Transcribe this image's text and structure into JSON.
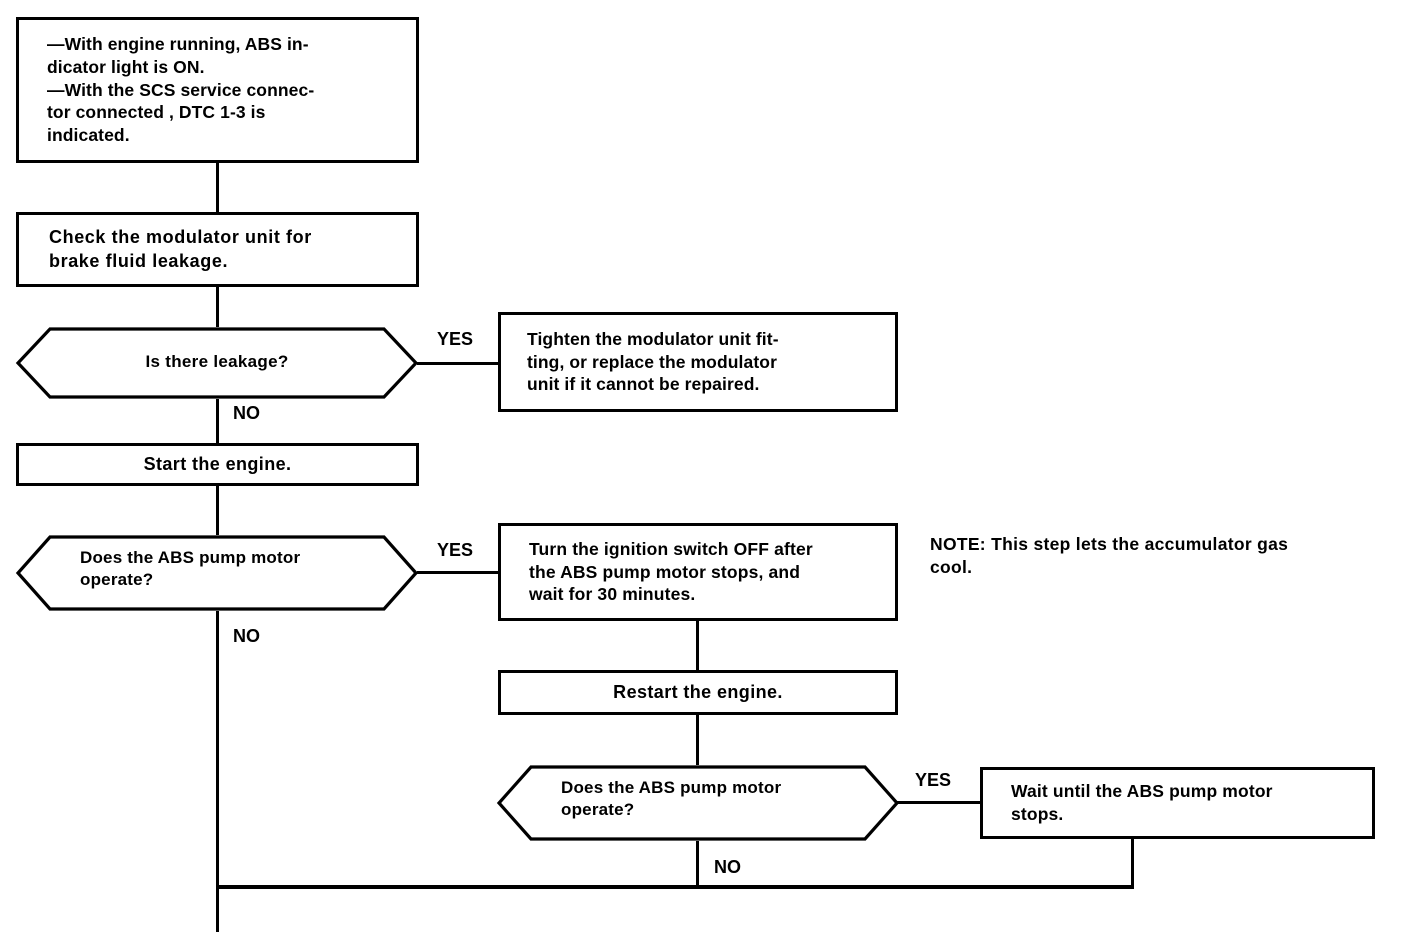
{
  "diagram": {
    "title": "ABS Troubleshooting Flowchart - DTC 1-3",
    "line_color": "#000000",
    "background_color": "#ffffff"
  },
  "nodes": {
    "symptom": {
      "type": "process",
      "text": "—With engine running, ABS in-\ndicator light is ON.\n—With the SCS service connec-\n     tor connected  , DTC 1-3 is\n     indicated."
    },
    "check_modulator": {
      "type": "process",
      "text": "Check the modulator unit for\nbrake fluid leakage."
    },
    "q_leakage": {
      "type": "decision",
      "text": "Is there leakage?"
    },
    "tighten_modulator": {
      "type": "process",
      "text": "Tighten the modulator unit fit-\nting, or replace the modulator\nunit if it cannot be repaired."
    },
    "start_engine": {
      "type": "process",
      "text": "Start the engine."
    },
    "q_pump_motor_1": {
      "type": "decision",
      "text": "Does the ABS pump motor\noperate?"
    },
    "ignition_off": {
      "type": "process",
      "text": "Turn the ignition switch OFF after\nthe ABS pump motor stops, and\nwait for 30 minutes."
    },
    "restart_engine": {
      "type": "process",
      "text": "Restart the engine."
    },
    "q_pump_motor_2": {
      "type": "decision",
      "text": "Does the ABS pump motor\noperate?"
    },
    "wait_pump_stops": {
      "type": "process",
      "text": "Wait until the ABS pump motor\nstops."
    }
  },
  "branch_labels": {
    "leakage_yes": "YES",
    "leakage_no": "NO",
    "pump1_yes": "YES",
    "pump1_no": "NO",
    "pump2_yes": "YES",
    "pump2_no": "NO"
  },
  "annotations": {
    "accumulator_note": "NOTE: This step lets the accumulator gas\ncool."
  }
}
